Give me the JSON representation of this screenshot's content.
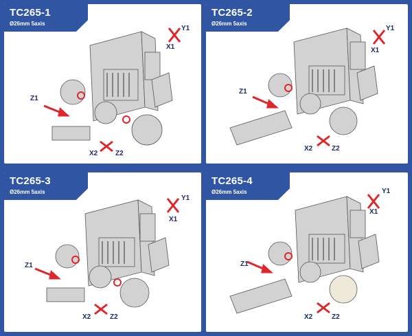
{
  "panels": [
    {
      "title": "TC265-1",
      "subtitle": "Ø26mm  5axis",
      "labels": {
        "y1": "Y1",
        "x1": "X1",
        "z1": "Z1",
        "x2": "X2",
        "z2": "Z2"
      }
    },
    {
      "title": "TC265-2",
      "subtitle": "Ø26mm  5axis",
      "labels": {
        "y1": "Y1",
        "x1": "X1",
        "z1": "Z1",
        "x2": "X2",
        "z2": "Z2"
      }
    },
    {
      "title": "TC265-3",
      "subtitle": "Ø26mm  5axis",
      "labels": {
        "y1": "Y1",
        "x1": "X1",
        "z1": "Z1",
        "x2": "X2",
        "z2": "Z2"
      }
    },
    {
      "title": "TC265-4",
      "subtitle": "Ø26mm  5axis",
      "labels": {
        "y1": "Y1",
        "x1": "X1",
        "z1": "Z1",
        "x2": "X2",
        "z2": "Z2"
      }
    }
  ],
  "colors": {
    "background": "#2f55a3",
    "accent": "#e0262a",
    "machine": "#c9c9c9",
    "label": "#1b2c66"
  }
}
